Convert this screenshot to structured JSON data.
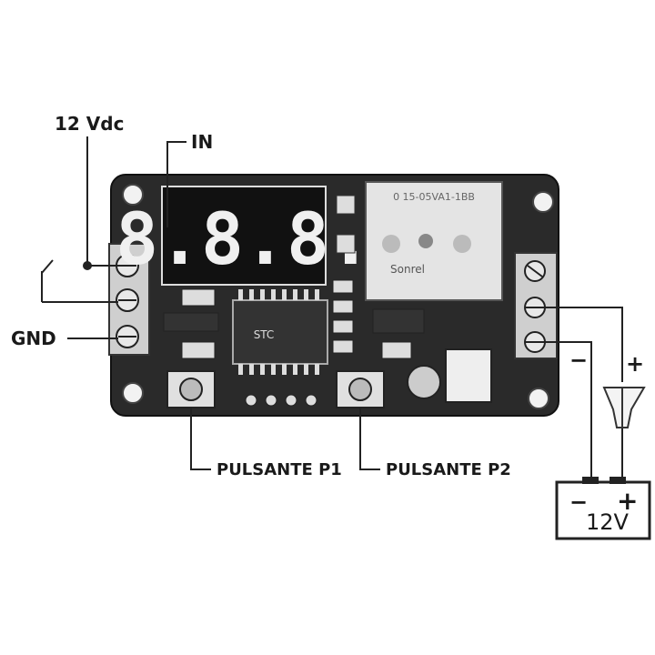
{
  "labels": {
    "supply": "12 Vdc",
    "input": "IN",
    "ground": "GND",
    "button1": "PULSANTE P1",
    "button2": "PULSANTE P2",
    "minus": "−",
    "plus": "+"
  },
  "battery": {
    "minus": "−",
    "plus": "+",
    "voltage": "12V"
  },
  "display": {
    "digits": "8.8.8."
  },
  "relay": {
    "top_text": "0 15-05VA1-1BB",
    "brand_text": "Sonrel"
  },
  "chip": {
    "text": "STC"
  },
  "icons": {
    "switch": "switch-icon",
    "bulb": "lamp-icon",
    "battery": "battery-icon",
    "relay": "relay-icon"
  }
}
